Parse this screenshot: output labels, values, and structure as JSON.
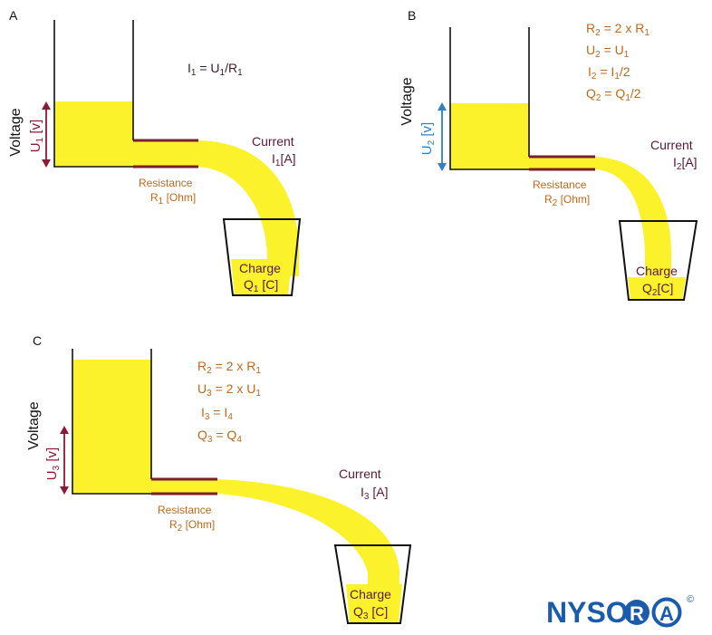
{
  "panels": {
    "a": {
      "label": "A",
      "equation": {
        "base": "I",
        "sub1": "1",
        "mid": " = U",
        "sub2": "1",
        "mid2": "/R",
        "sub3": "1"
      },
      "voltage": "Voltage",
      "u_label": {
        "base": "U",
        "sub": "1",
        "unit": " [v]"
      },
      "current": "Current",
      "current_sym": {
        "base": "I",
        "sub": "1",
        "unit": "[A]"
      },
      "resistance": "Resistance",
      "resistance_sym": {
        "base": "R",
        "sub": "1",
        "unit": " [Ohm]"
      },
      "charge": "Charge",
      "charge_sym": {
        "base": "Q",
        "sub": "1",
        "unit": " [C]"
      }
    },
    "b": {
      "label": "B",
      "eq1": {
        "a": "R",
        "as": "2",
        "b": " = 2 x R",
        "bs": "1"
      },
      "eq2": {
        "a": "U",
        "as": "2",
        "b": " = U",
        "bs": "1"
      },
      "eq3": {
        "a": "I",
        "as": "2",
        "b": " = I",
        "bs": "1",
        "c": "/2"
      },
      "eq4": {
        "a": "Q",
        "as": "2",
        "b": " = Q",
        "bs": "1",
        "c": "/2"
      },
      "voltage": "Voltage",
      "u_label": {
        "base": "U",
        "sub": "2",
        "unit": " [v]"
      },
      "current": "Current",
      "current_sym": {
        "base": "I",
        "sub": "2",
        "unit": "[A]"
      },
      "resistance": "Resistance",
      "resistance_sym": {
        "base": "R",
        "sub": "2",
        "unit": " [Ohm]"
      },
      "charge": "Charge",
      "charge_sym": {
        "base": "Q",
        "sub": "2",
        "unit": "[C]"
      }
    },
    "c": {
      "label": "C",
      "eq1": {
        "a": "R",
        "as": "2",
        "b": " = 2 x R",
        "bs": "1"
      },
      "eq2": {
        "a": "U",
        "as": "3",
        "b": " = 2 x U",
        "bs": "1"
      },
      "eq3": {
        "a": "I",
        "as": "3",
        "b": " = I",
        "bs": "4"
      },
      "eq4": {
        "a": "Q",
        "as": "3",
        "b": " = Q",
        "bs": "4"
      },
      "voltage": "Voltage",
      "u_label": {
        "base": "U",
        "sub": "3",
        "unit": " [v]"
      },
      "current": "Current",
      "current_sym": {
        "base": "I",
        "sub": "3",
        "unit": " [A]"
      },
      "resistance": "Resistance",
      "resistance_sym": {
        "base": "R",
        "sub": "2",
        "unit": " [Ohm]"
      },
      "charge": "Charge",
      "charge_sym": {
        "base": "Q",
        "sub": "3",
        "unit": " [C]"
      }
    }
  },
  "logo": {
    "text_start": "NYSO",
    "circle_letter": "R",
    "ring_letter": "A",
    "mark": "©"
  },
  "colors": {
    "water": "#fbf22c",
    "line": "#111111",
    "pipe": "#7a1f2e",
    "arrow_red": "#8b1a35",
    "arrow_blue": "#2f7fcc",
    "equation": "#c0681c",
    "logo": "#1b5bab"
  }
}
